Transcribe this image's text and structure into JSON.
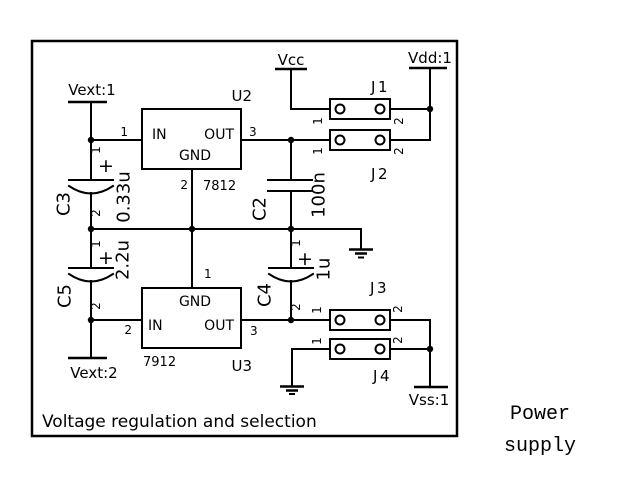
{
  "colors": {
    "ink": "#000000",
    "paper": "#ffffff"
  },
  "sheet": {
    "title": "Voltage regulation and selection",
    "caption_line1": "Power",
    "caption_line2": "supply"
  },
  "nets": {
    "vext1": "Vext:1",
    "vext2": "Vext:2",
    "vcc": "Vcc",
    "vdd1": "Vdd:1",
    "vss1": "Vss:1"
  },
  "regulators": {
    "u2": {
      "refdes": "U2",
      "value": "7812",
      "pin_in_name": "IN",
      "pin_out_name": "OUT",
      "pin_gnd_name": "GND",
      "pin_in_num": "1",
      "pin_out_num": "3",
      "pin_gnd_num": "2"
    },
    "u3": {
      "refdes": "U3",
      "value": "7912",
      "pin_in_name": "IN",
      "pin_out_name": "OUT",
      "pin_gnd_name": "GND",
      "pin_in_num": "2",
      "pin_out_num": "3",
      "pin_gnd_num": "1"
    }
  },
  "capacitors": {
    "c2": {
      "refdes": "C2",
      "value": "100n"
    },
    "c3": {
      "refdes": "C3",
      "value": "0.33u",
      "pin1": "1",
      "pin2": "2",
      "polarity": "+"
    },
    "c4": {
      "refdes": "C4",
      "value": "1u",
      "pin1": "1",
      "pin2": "2",
      "polarity": "+"
    },
    "c5": {
      "refdes": "C5",
      "value": "2.2u",
      "pin1": "1",
      "pin2": "2",
      "polarity": "+"
    }
  },
  "jumpers": {
    "j1": {
      "refdes": "J1",
      "pin1": "1",
      "pin2": "2"
    },
    "j2": {
      "refdes": "J2",
      "pin1": "1",
      "pin2": "2"
    },
    "j3": {
      "refdes": "J3",
      "pin1": "1",
      "pin2": "2"
    },
    "j4": {
      "refdes": "J4",
      "pin1": "1",
      "pin2": "2"
    }
  }
}
